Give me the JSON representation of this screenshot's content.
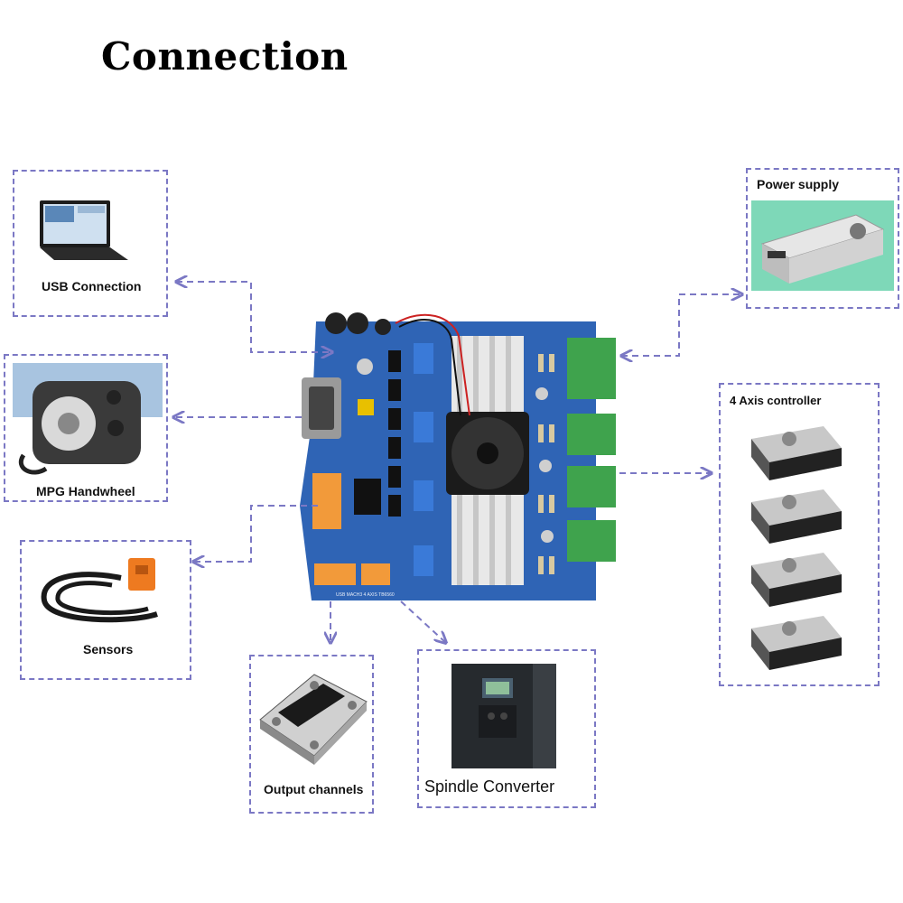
{
  "title": "Connection",
  "components": {
    "usb": "USB Connection",
    "mpg": "MPG Handwheel",
    "sensors": "Sensors",
    "output": "Output channels",
    "spindle": "Spindle Converter",
    "power": "Power  supply",
    "axis": "4 Axis controller"
  },
  "board": {
    "silk_label": "USB MACH3 4 AXIS TB6560"
  },
  "colors": {
    "border": "#7b78c4",
    "board": "#2f64b5",
    "terminal_green": "#3fa34d",
    "terminal_orange": "#f29a3a"
  }
}
